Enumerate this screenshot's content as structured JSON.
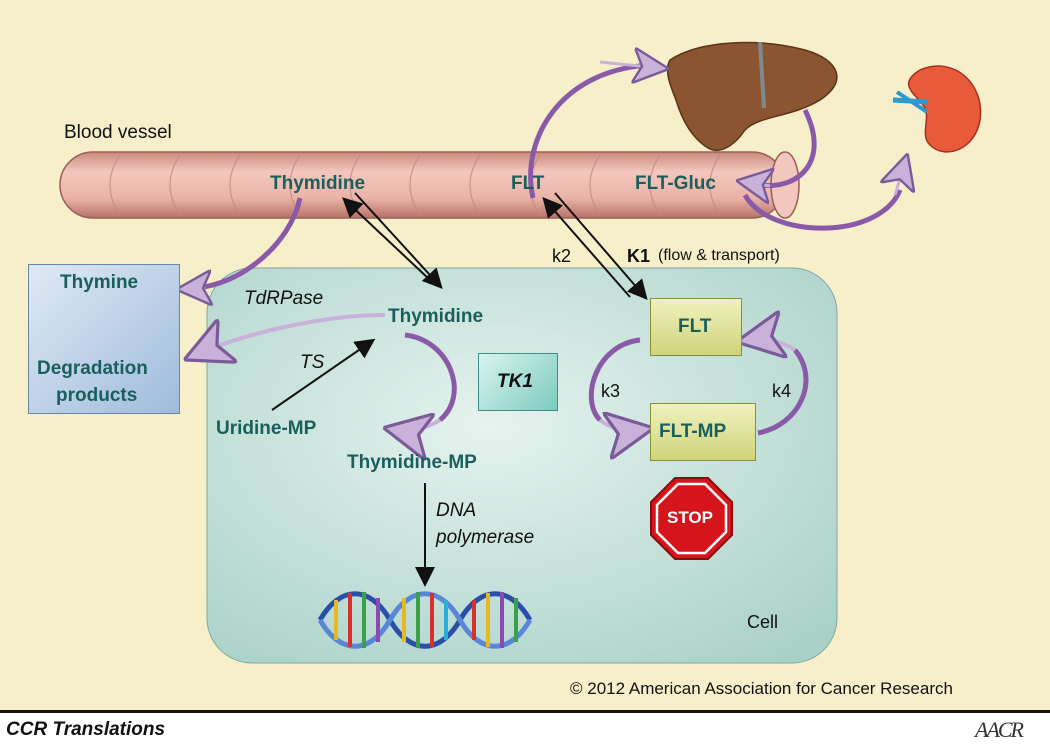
{
  "labels": {
    "blood_vessel": "Blood vessel",
    "thymidine_vessel": "Thymidine",
    "flt_vessel": "FLT",
    "flt_gluc": "FLT-Gluc",
    "thymine": "Thymine",
    "degradation": "Degradation",
    "products": "products",
    "tdrpase": "TdRPase",
    "thymidine_cell": "Thymidine",
    "ts": "TS",
    "uridine_mp": "Uridine-MP",
    "thymidine_mp": "Thymidine-MP",
    "dna": "DNA",
    "polymerase": "polymerase",
    "tk1": "TK1",
    "flt_cell": "FLT",
    "flt_mp": "FLT-MP",
    "k2": "k2",
    "k1": "K1",
    "k1_note": "(flow & transport)",
    "k3": "k3",
    "k4": "k4",
    "stop": "STOP",
    "cell": "Cell",
    "copyright": "© 2012 American Association for Cancer Research",
    "footer_title": "CCR Translations",
    "aacr": "AACR"
  },
  "colors": {
    "background": "#f6efc9",
    "cell": "#bcdcd5",
    "vessel": "#e9b3a8",
    "teal_text": "#1a5f5c",
    "arrow_purple": "#8a5aa8",
    "arrow_light": "#c9b2da",
    "stop": "#d6141b",
    "box_yellow": "#dfe39a"
  },
  "icons": [
    "liver-icon",
    "kidney-icon",
    "dna-helix-icon",
    "stop-sign-icon"
  ]
}
